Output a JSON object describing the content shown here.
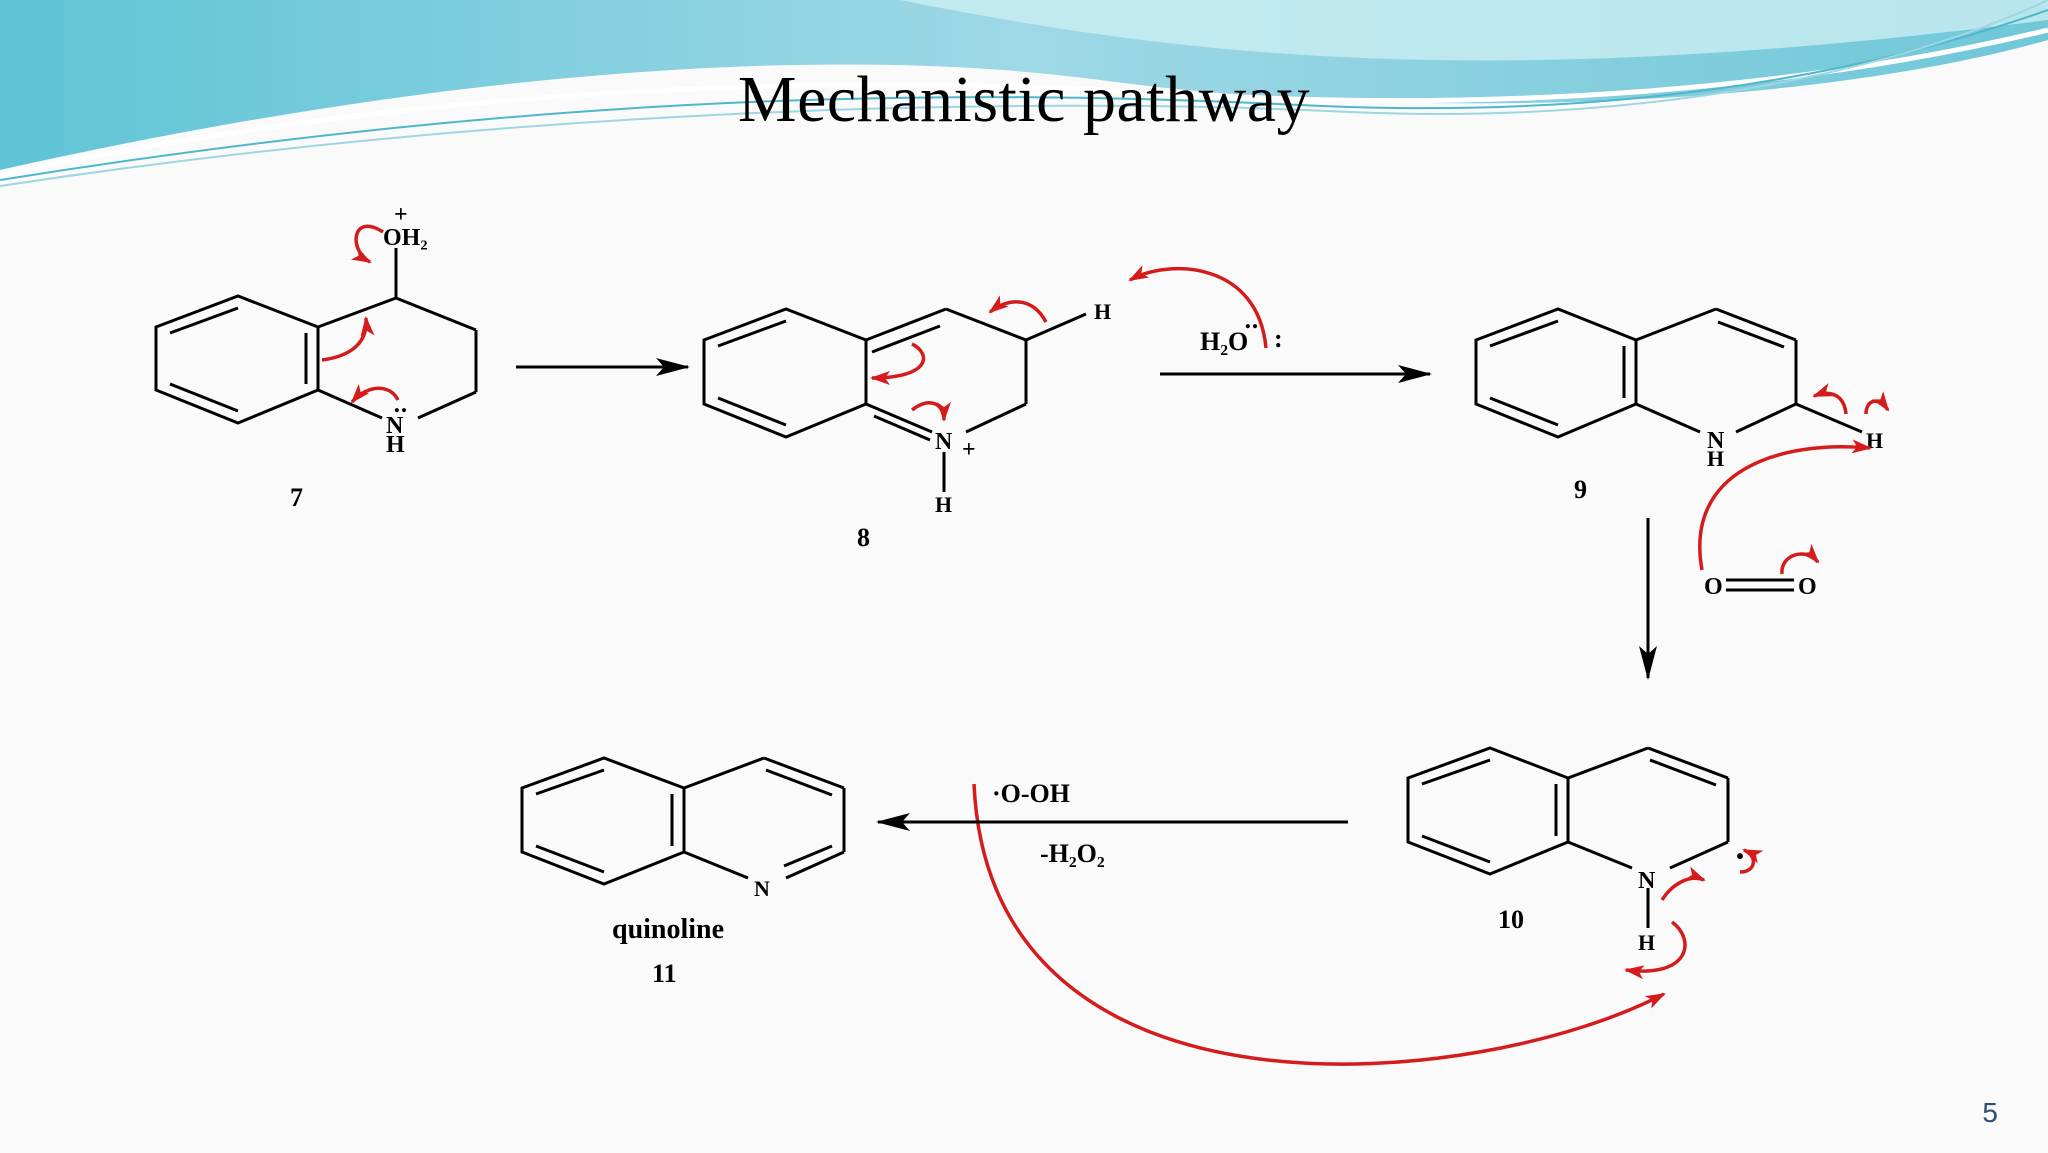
{
  "slide": {
    "title": "Mechanistic pathway",
    "page_number": "5"
  },
  "molecules": {
    "m7": {
      "label": "7",
      "substituent": "OH₂",
      "charge": "+",
      "n_atom": "N",
      "n_h": "H",
      "lone_pair": "‥"
    },
    "m8": {
      "label": "8",
      "h_atom": "H",
      "n_atom": "N",
      "charge": "+",
      "n_h": "H"
    },
    "m9": {
      "label": "9",
      "n_atom": "N",
      "n_h": "H",
      "h_atom": "H"
    },
    "m10": {
      "label": "10",
      "n_atom": "N",
      "n_h": "H",
      "radical": "·"
    },
    "m11": {
      "name": "quinoline",
      "label": "11",
      "n_atom": "N"
    }
  },
  "reagents": {
    "water": "H₂O",
    "water_dots_top": "‥",
    "water_dots_right": ":",
    "oxygen_left": "O",
    "oxygen_right": "O",
    "hydroperoxyl": "·O-OH",
    "byproduct": "-H₂O₂"
  },
  "colors": {
    "arrow_red": "#d41c1c",
    "bond_black": "#000000",
    "wave_light": "#bfe6ee",
    "wave_mid": "#7ccfdd",
    "wave_dark": "#56b8cf"
  }
}
